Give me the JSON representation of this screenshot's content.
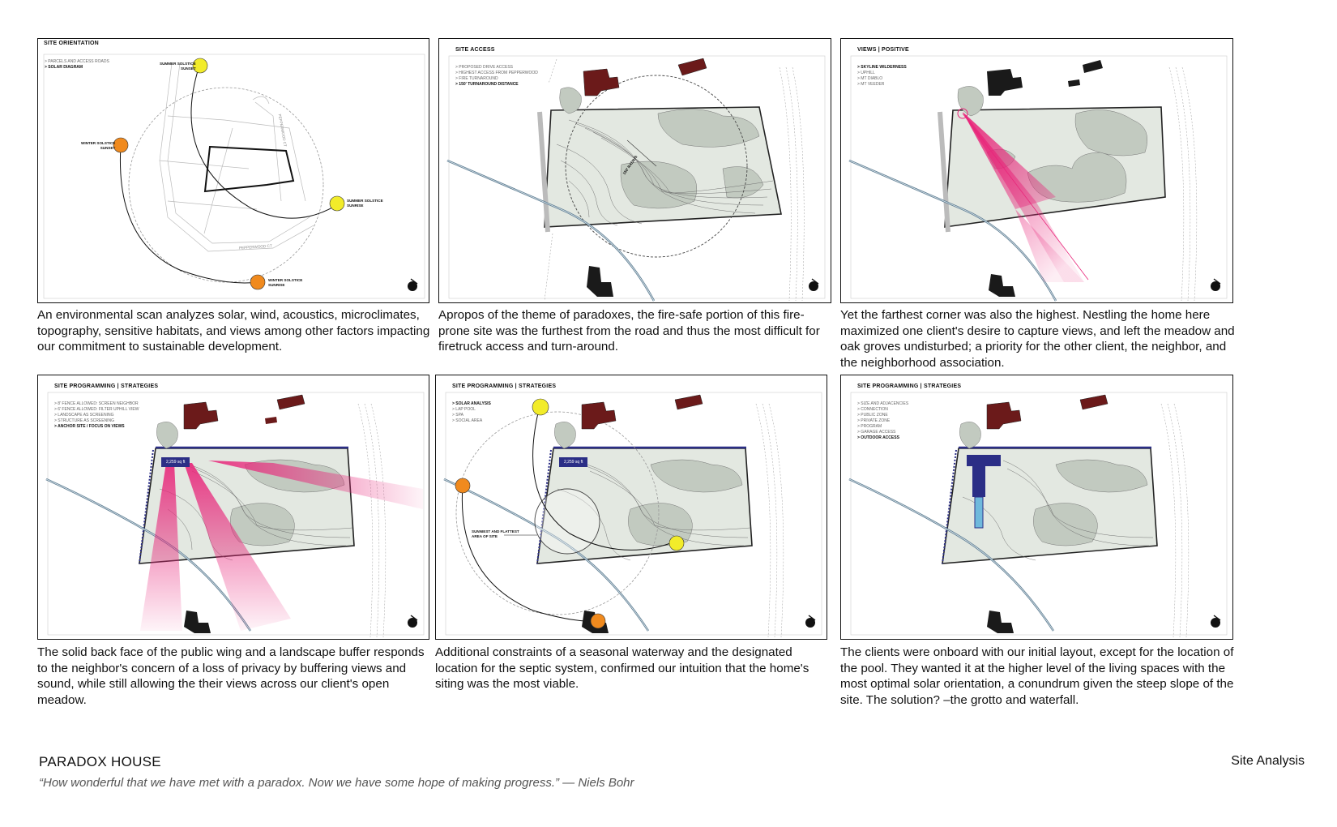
{
  "panels": [
    {
      "title": "SITE ORIENTATION",
      "legend": [
        "> PARCELS AND ACCESS ROADS",
        "> SOLAR DIAGRAM"
      ],
      "active_index": 1,
      "labels": {
        "summer_sunset": [
          "SUMMER SOLSTICE",
          "SUNSET"
        ],
        "winter_sunset": [
          "WINTER SOLSTICE",
          "SUNSET"
        ],
        "summer_sunrise": [
          "SUMMER SOLSTICE",
          "SUNRISE"
        ],
        "winter_sunrise": [
          "WINTER SOLSTICE",
          "SUNRISE"
        ],
        "road_a": "PEPPERWOOD CT",
        "road_b": "PEPPERWOOD CT"
      },
      "caption": "An environmental scan analyzes solar, wind, acoustics, microclimates, topography, sensitive habitats, and views among other factors impacting our commitment to sustainable development."
    },
    {
      "title": "SITE ACCESS",
      "legend": [
        "> PROPOSED DRIVE ACCESS",
        "> HIGHEST ACCESS FROM PEPPERWOOD",
        "> FIRE TURNAROUND",
        "> 150' TURNAROUND DISTANCE"
      ],
      "active_index": 3,
      "labels": {
        "radius": "150' RADIUS"
      },
      "caption": "Apropos of the theme of paradoxes, the fire-safe portion of this fire-prone site was the furthest from the road and thus the most difficult for firetruck access and turn-around."
    },
    {
      "title": "VIEWS | POSITIVE",
      "legend": [
        "> SKYLINE WILDERNESS",
        "> UPHILL",
        "> MT DIABLO",
        "> MT VEEDER"
      ],
      "active_index": 0,
      "labels": {},
      "caption": "Yet the farthest corner was also the highest. Nestling the home here maximized one client's desire to capture views, and left the meadow and oak groves undisturbed; a priority for the other client, the neighbor, and the neighborhood association."
    },
    {
      "title": "SITE PROGRAMMING | STRATEGIES",
      "legend": [
        "> 8' FENCE ALLOWED: SCREEN NEIGHBOR",
        "> 6' FENCE ALLOWED: FILTER UPHILL VIEW",
        "> LANDSCAPE AS SCREENING",
        "> STRUCTURE AS SCREENING",
        "> ANCHOR SITE / FOCUS ON VIEWS"
      ],
      "active_index": 4,
      "labels": {
        "area": "2,259 sq ft"
      },
      "caption": "The solid back face of the public wing and a landscape buffer responds to the neighbor's concern of a loss of privacy by buffering views and sound, while still allowing the their views across our client's open meadow."
    },
    {
      "title": "SITE PROGRAMMING | STRATEGIES",
      "legend": [
        "> SOLAR ANALYSIS",
        "> LAP POOL",
        "> SPA",
        "> SOCIAL AREA"
      ],
      "active_index": 0,
      "labels": {
        "area": "2,259 sq ft",
        "sunniest": [
          "SUNNIEST AND FLATTEST",
          "AREA OF SITE"
        ]
      },
      "caption": "Additional constraints of a seasonal waterway and the designated location for the septic system, confirmed our intuition that the home's siting was the most viable."
    },
    {
      "title": "SITE PROGRAMMING | STRATEGIES",
      "legend": [
        "> SIZE AND ADJACENCIES",
        "> CONNECTION",
        "> PUBLIC ZONE",
        "> PRIVATE ZONE",
        "> PROGRAM",
        "> GARAGE ACCESS",
        "> OUTDOOR ACCESS"
      ],
      "active_index": 6,
      "labels": {},
      "caption": "The clients were onboard with our initial layout, except for the location of the pool.  They wanted it at the higher level of the living spaces with the most optimal solar orientation, a conundrum given the steep slope of the site.  The solution? –the grotto and waterfall."
    }
  ],
  "footer": {
    "title": "PARADOX HOUSE",
    "section": "Site Analysis",
    "quote": "“How wonderful that we have met with a paradox. Now we have some hope of making progress.” — Niels Bohr"
  },
  "colors": {
    "building": "#6b1a1a",
    "neighbor": "#1a1a1a",
    "sun_summer": "#f2ec2a",
    "sun_winter": "#f08a1e",
    "view_cone": "#e8267a",
    "fence": "#2b2e86",
    "creek": "#5f7f94",
    "site_fill": "#e3e8e1",
    "grove": "#c2cac0"
  }
}
